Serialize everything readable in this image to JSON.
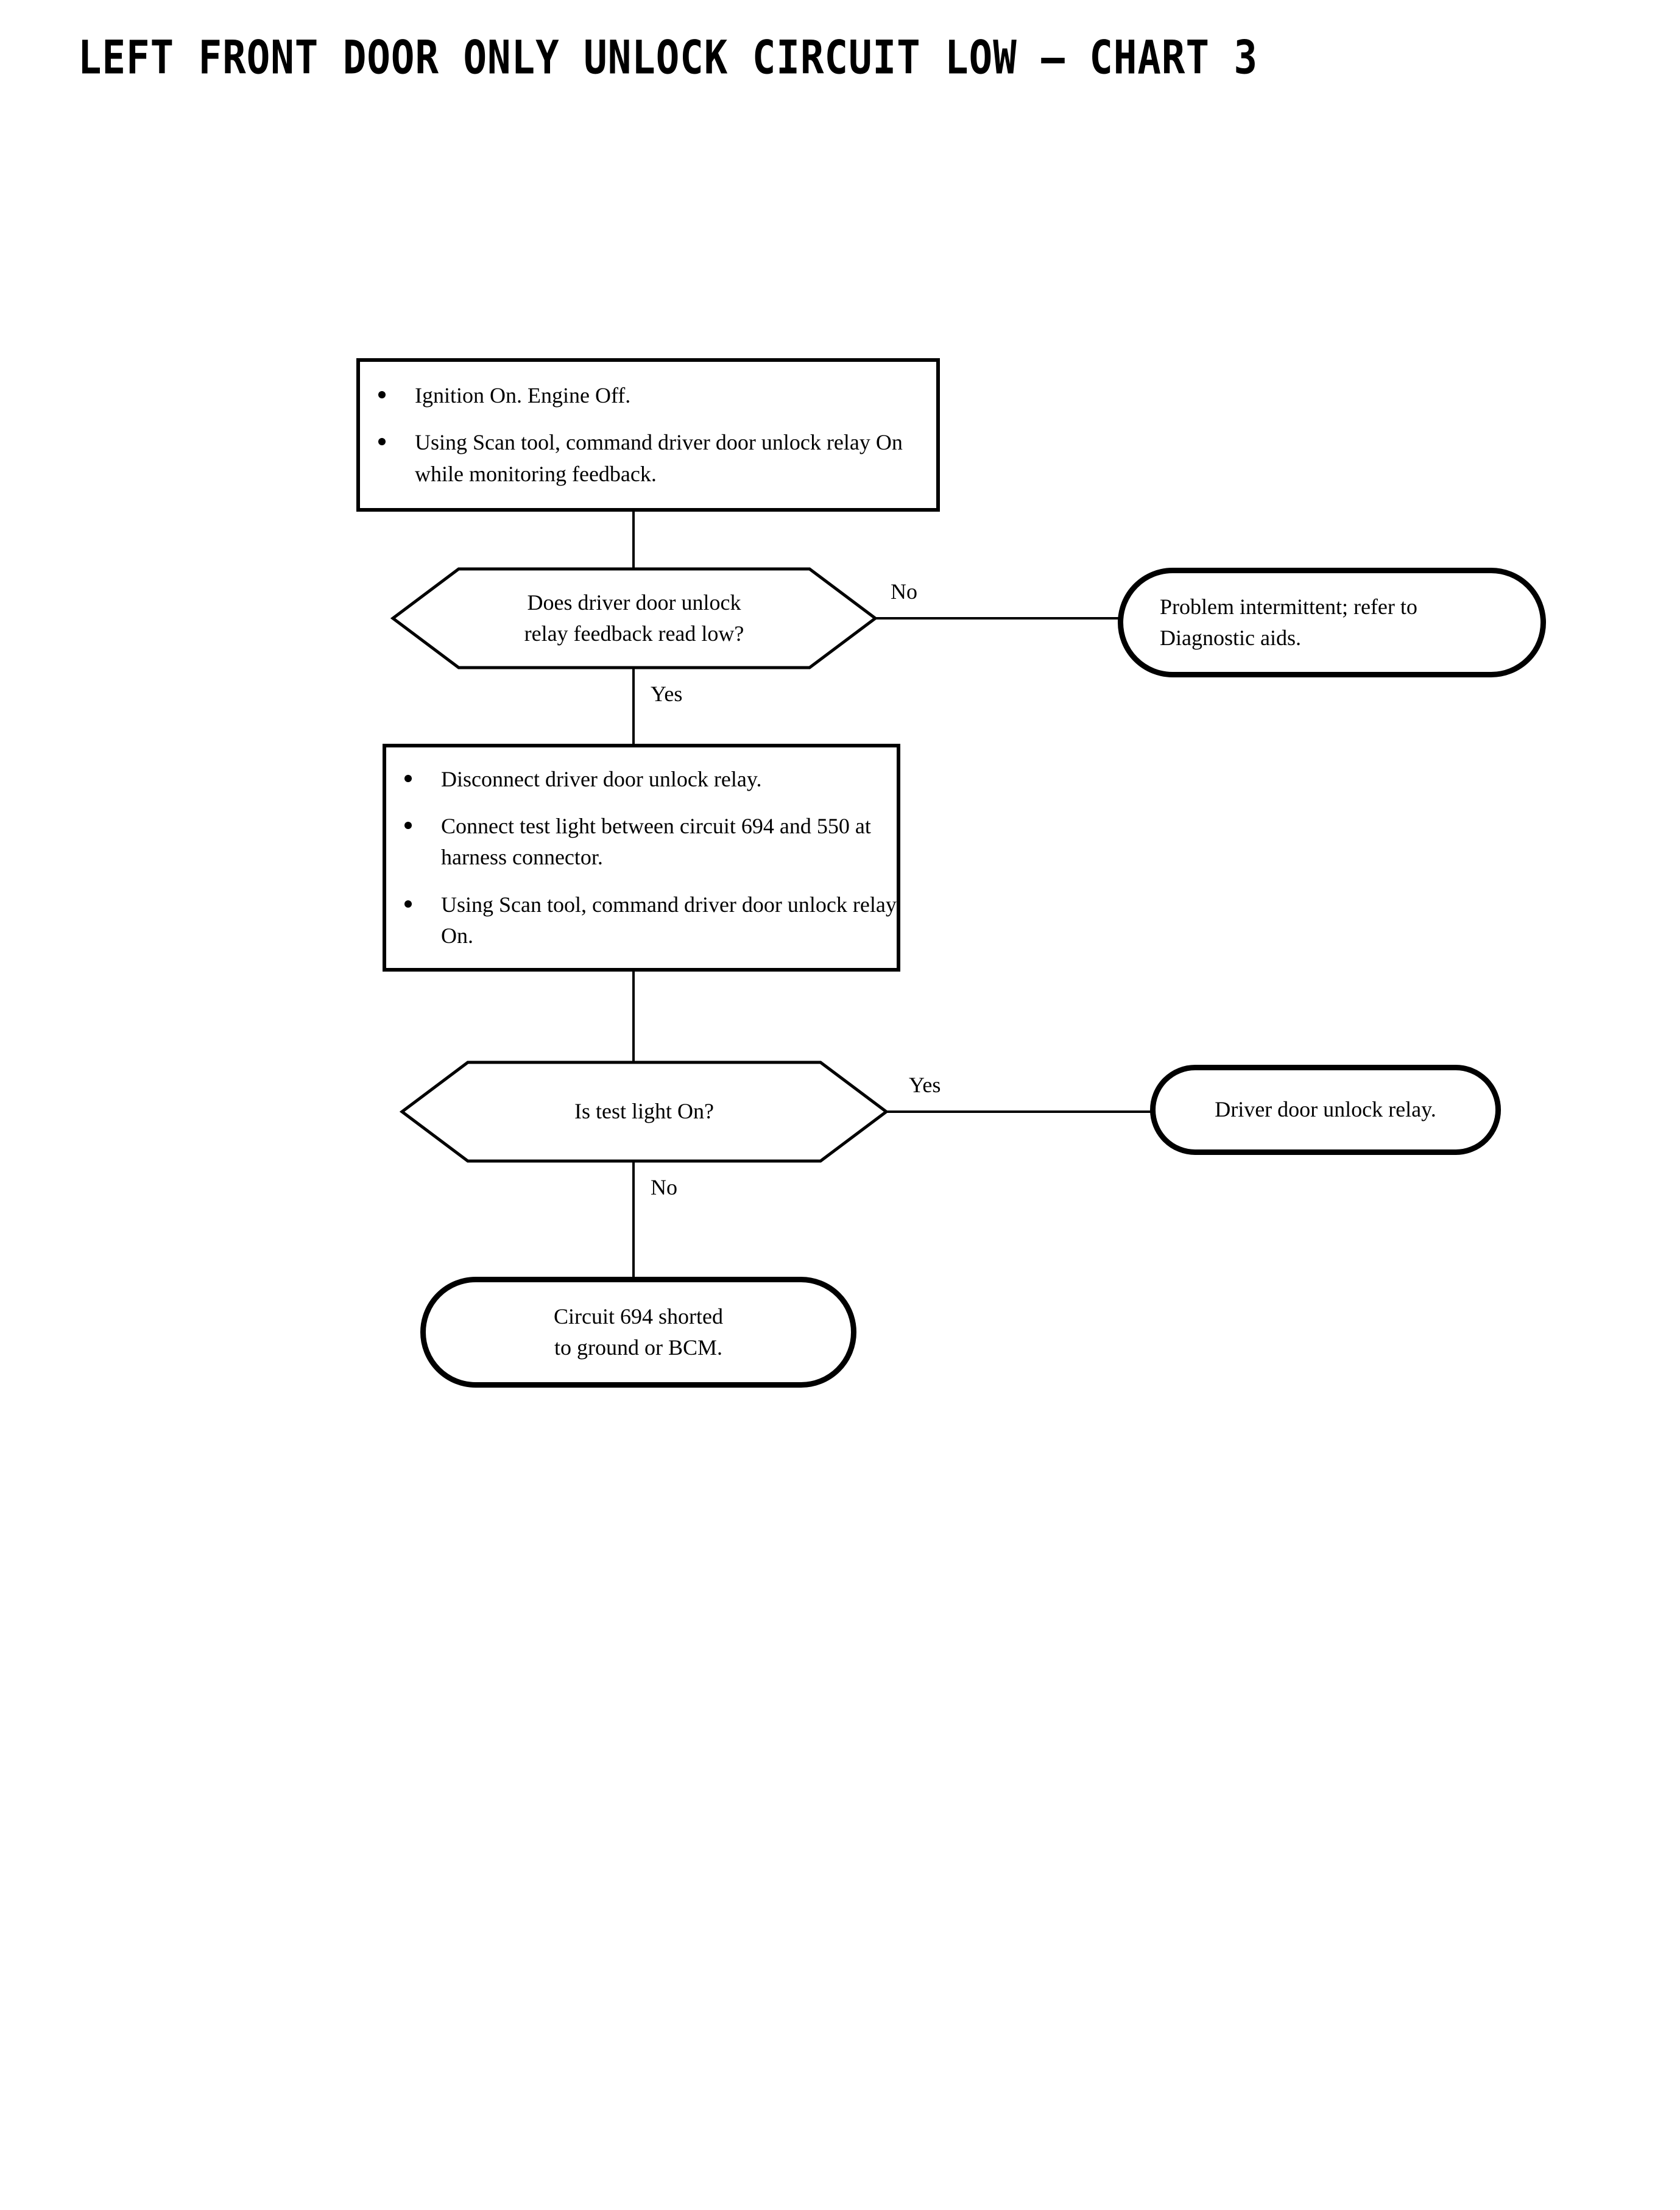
{
  "title": "LEFT FRONT DOOR ONLY UNLOCK CIRCUIT LOW – CHART 3",
  "colors": {
    "ink": "#000000",
    "page": "#ffffff"
  },
  "chart_data": {
    "type": "diagram",
    "diagram_kind": "flowchart",
    "title": "LEFT FRONT DOOR ONLY UNLOCK CIRCUIT LOW – CHART 3",
    "orientation": "top-to-bottom",
    "nodes": [
      {
        "id": "step1",
        "kind": "process",
        "bullets": [
          "Ignition On. Engine Off.",
          "Using Scan tool, command driver door unlock relay On while monitoring feedback."
        ]
      },
      {
        "id": "decision1",
        "kind": "decision",
        "text_lines": [
          "Does driver door unlock",
          "relay feedback read low?"
        ]
      },
      {
        "id": "terminal1",
        "kind": "terminal",
        "text_lines": [
          "Problem intermittent; refer to",
          "Diagnostic aids."
        ]
      },
      {
        "id": "step2",
        "kind": "process",
        "bullets": [
          "Disconnect driver door unlock relay.",
          "Connect test light between circuit 694 and 550 at harness connector.",
          "Using Scan tool, command driver door unlock relay On."
        ]
      },
      {
        "id": "decision2",
        "kind": "decision",
        "text_lines": [
          "Is test light On?"
        ]
      },
      {
        "id": "terminal2",
        "kind": "terminal",
        "text_lines": [
          "Driver door unlock relay."
        ]
      },
      {
        "id": "terminal3",
        "kind": "terminal",
        "text_lines": [
          "Circuit 694 shorted",
          "to ground or BCM."
        ]
      }
    ],
    "edges": [
      {
        "from": "step1",
        "to": "decision1",
        "label": ""
      },
      {
        "from": "decision1",
        "to": "terminal1",
        "label": "No"
      },
      {
        "from": "decision1",
        "to": "step2",
        "label": "Yes"
      },
      {
        "from": "step2",
        "to": "decision2",
        "label": ""
      },
      {
        "from": "decision2",
        "to": "terminal2",
        "label": "Yes"
      },
      {
        "from": "decision2",
        "to": "terminal3",
        "label": "No"
      }
    ]
  },
  "nodes": {
    "step1": {
      "bullets": [
        {
          "text": "Ignition On. Engine Off."
        },
        {
          "text": "Using Scan tool, command driver door unlock relay On while monitoring feedback."
        }
      ]
    },
    "decision1": {
      "line1": "Does driver door unlock",
      "line2": "relay feedback read low?"
    },
    "terminal1": {
      "line1": "Problem intermittent; refer to",
      "line2": "Diagnostic aids."
    },
    "step2": {
      "bullets": [
        {
          "text": "Disconnect driver door unlock relay."
        },
        {
          "text": "Connect test light between circuit 694 and 550 at harness connector."
        },
        {
          "text": "Using Scan tool, command driver door unlock relay On."
        }
      ]
    },
    "decision2": {
      "line1": "Is test light On?"
    },
    "terminal2": {
      "line1": "Driver door unlock relay."
    },
    "terminal3": {
      "line1": "Circuit 694 shorted",
      "line2": "to ground or BCM."
    }
  },
  "edge_labels": {
    "decision1_no": "No",
    "decision1_yes": "Yes",
    "decision2_yes": "Yes",
    "decision2_no": "No"
  }
}
